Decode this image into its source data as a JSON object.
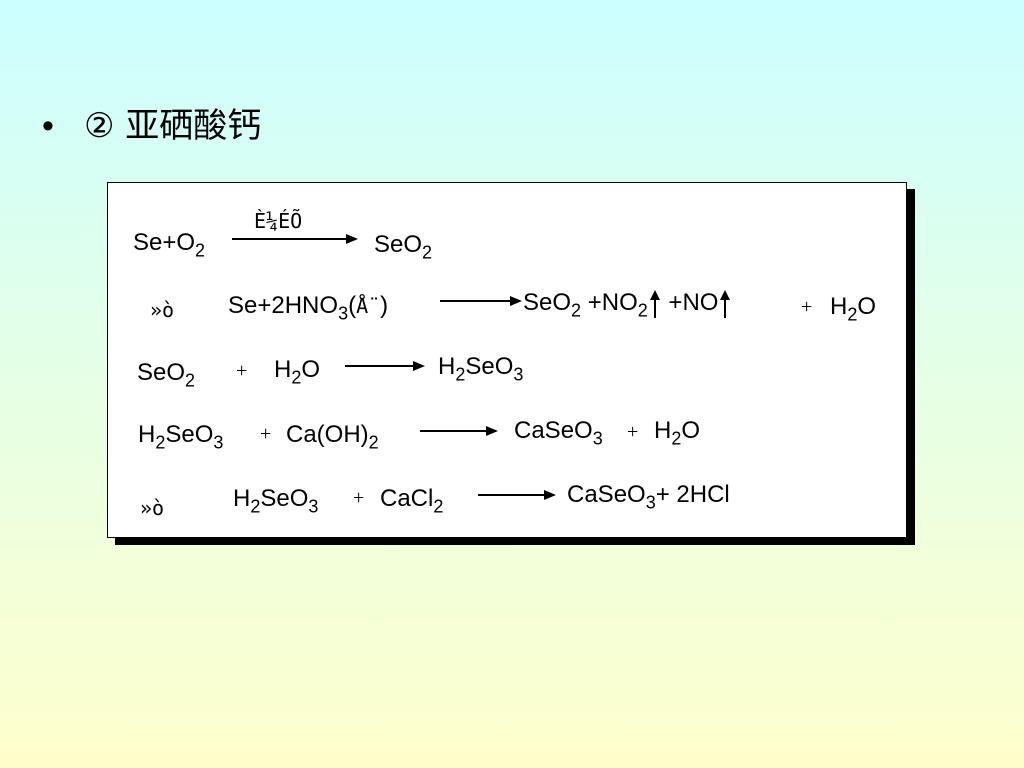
{
  "bullet": {
    "symbol": "•",
    "text": "② 亚硒酸钙"
  },
  "reactions": {
    "r1": {
      "reactant": "Se+O",
      "reactant_sub": "2",
      "condition": "È¼ÉÕ",
      "product": "SeO",
      "product_sub": "2"
    },
    "r2": {
      "or": "»ò",
      "reactant_a": "Se+2HNO",
      "reactant_sub": "3",
      "paren_open": "(",
      "cond": "Å¨",
      "paren_close": ")",
      "p1": "SeO",
      "p1_sub": "2",
      "p2": "+NO",
      "p2_sub": "2",
      "p3": "+NO",
      "plus": "+",
      "p4a": "H",
      "p4_sub": "2",
      "p4b": "O"
    },
    "r3": {
      "a": "SeO",
      "a_sub": "2",
      "plus": "+",
      "b1": "H",
      "b_sub": "2",
      "b2": "O",
      "c1": "H",
      "c_sub1": "2",
      "c2": "SeO",
      "c_sub2": "3"
    },
    "r4": {
      "a1": "H",
      "a_sub1": "2",
      "a2": "SeO",
      "a_sub2": "3",
      "plus": "+",
      "b": "Ca(OH)",
      "b_sub": "2",
      "c": "CaSeO",
      "c_sub": "3",
      "plus2": "+",
      "d1": "H",
      "d_sub": "2",
      "d2": "O"
    },
    "r5": {
      "or": "»ò",
      "a1": "H",
      "a_sub1": "2",
      "a2": "SeO",
      "a_sub2": "3",
      "plus": "+",
      "b": "CaCl",
      "b_sub": "2",
      "c": "CaSeO",
      "c_sub": "3",
      "d": "+ 2HCl"
    }
  }
}
